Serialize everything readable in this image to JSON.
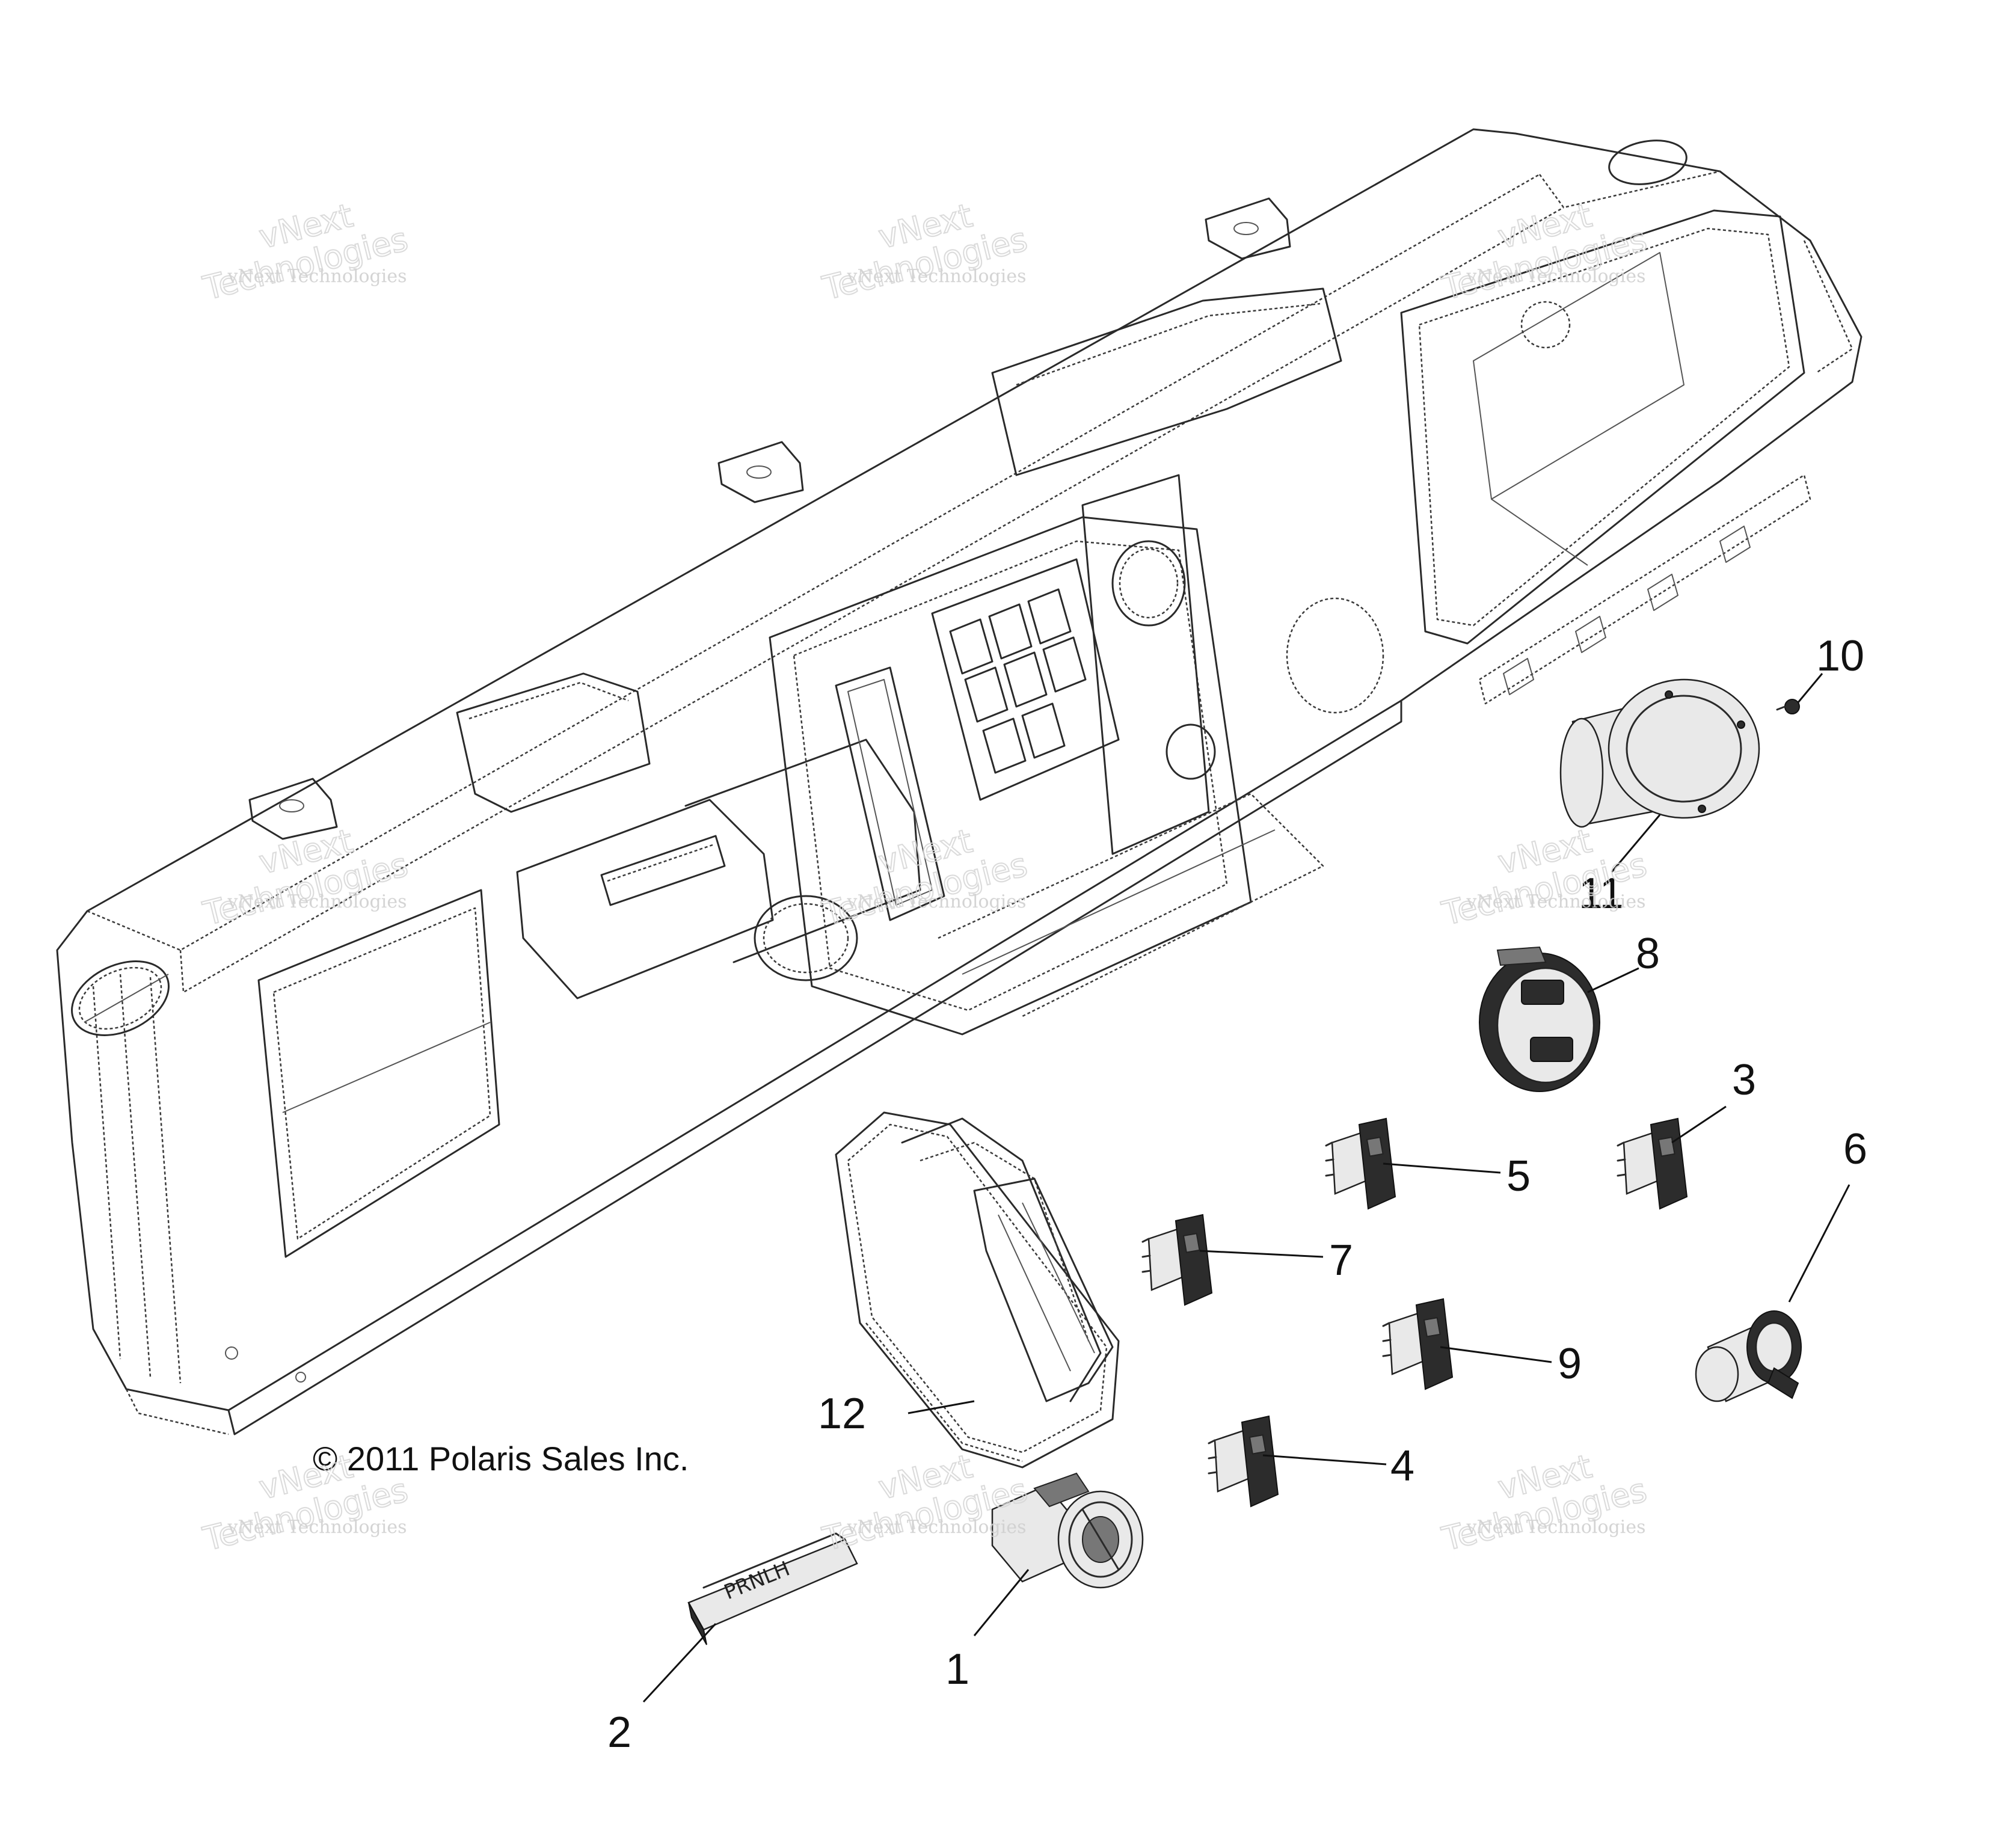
{
  "copyright": "© 2011 Polaris Sales Inc.",
  "watermark": {
    "line1": "vNext",
    "line2": "Technologies",
    "small": "vNext Technologies"
  },
  "gear_indicator_text": "PRNLH",
  "callouts": [
    "1",
    "2",
    "3",
    "4",
    "5",
    "6",
    "7",
    "8",
    "9",
    "10",
    "11",
    "12"
  ]
}
